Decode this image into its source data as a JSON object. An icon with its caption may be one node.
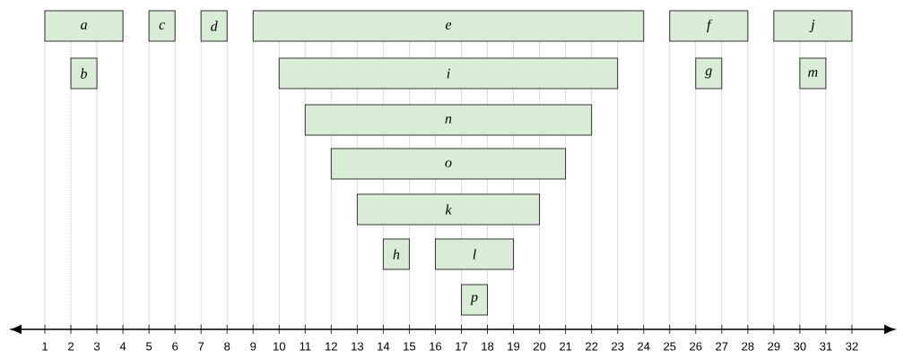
{
  "diagram": {
    "nodes": [
      {
        "text": [
          "a"
        ]
      },
      {
        "text": [
          "c"
        ]
      },
      {
        "text": [
          "d"
        ]
      },
      {
        "text": [
          "e"
        ]
      },
      {
        "text": [
          "f"
        ]
      },
      {
        "text": [
          "j"
        ]
      },
      {
        "text": [
          "b"
        ]
      },
      {
        "text": [
          "i"
        ]
      },
      {
        "text": [
          "g"
        ]
      },
      {
        "text": [
          "m"
        ]
      },
      {
        "text": [
          "n"
        ]
      },
      {
        "text": [
          "o"
        ]
      },
      {
        "text": [
          "k"
        ]
      },
      {
        "text": [
          "h"
        ]
      },
      {
        "text": [
          "l"
        ]
      },
      {
        "text": [
          "p"
        ]
      }
    ],
    "labels": [
      "1",
      "2",
      "3",
      "4",
      "5",
      "6",
      "7",
      "8",
      "9",
      "10",
      "11",
      "12",
      "13",
      "14",
      "15",
      "16",
      "17",
      "18",
      "19",
      "20",
      "21",
      "22",
      "23",
      "24",
      "25",
      "26",
      "27",
      "28",
      "29",
      "30",
      "31",
      "32"
    ]
  }
}
